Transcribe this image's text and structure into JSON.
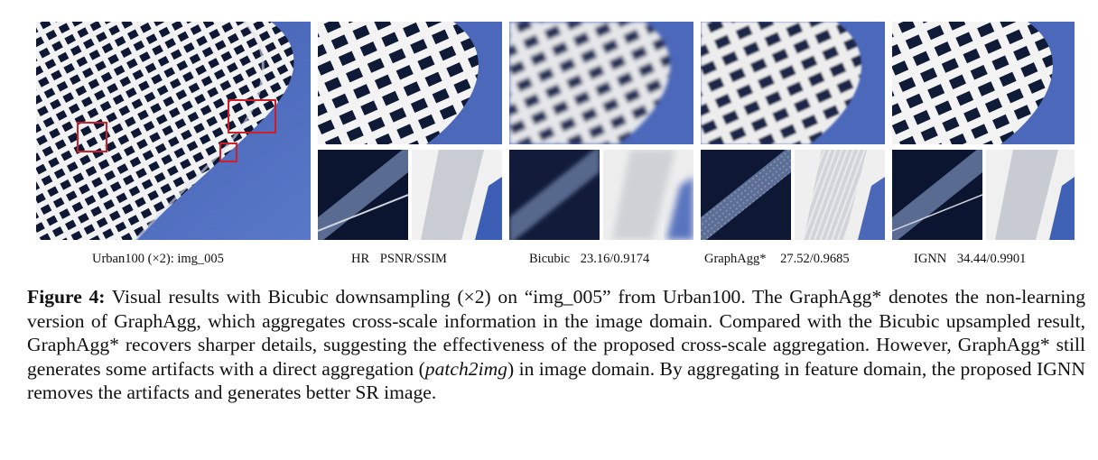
{
  "figure": {
    "panels": [
      {
        "id": "lr",
        "label_parts": [
          "Urban100 (×2): img_005"
        ]
      },
      {
        "id": "hr",
        "label_parts": [
          "HR",
          "PSNR/SSIM"
        ]
      },
      {
        "id": "bicubic",
        "label_parts": [
          "Bicubic",
          "23.16/0.9174"
        ]
      },
      {
        "id": "graphagg",
        "label_parts": [
          "GraphAgg*",
          "27.52/0.9685"
        ]
      },
      {
        "id": "ignn",
        "label_parts": [
          "IGNN",
          "34.44/0.9901"
        ]
      }
    ],
    "colors": {
      "sky": "#4a66b8",
      "window_dark": "#0c1530",
      "frame": "#f2f2f2",
      "zoom_box": "#cc1f2a"
    }
  },
  "caption": {
    "lead": "Figure 4:",
    "text_1": " Visual results with Bicubic downsampling (×2) on “img_005” from Urban100. The GraphAgg* denotes the non-learning version of GraphAgg, which aggregates cross-scale information in the image domain. Compared with the Bicubic upsampled result, GraphAgg* recovers sharper details, suggesting the effectiveness of the proposed cross-scale aggregation. However, GraphAgg* still generates some artifacts with a direct aggregation (",
    "emph": "patch2img",
    "text_2": ") in image domain. By aggregating in feature domain, the proposed IGNN removes the artifacts and generates better SR image."
  }
}
